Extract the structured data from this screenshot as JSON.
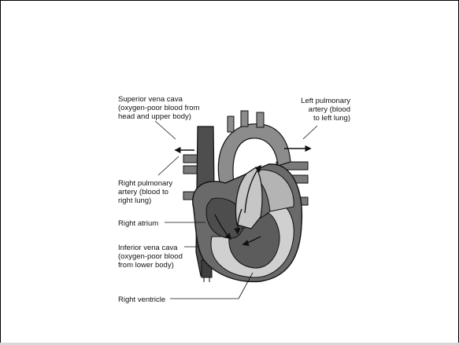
{
  "labels": {
    "superior_vena_cava": "Superior vena cava\n(oxygen-poor blood from\nhead and upper body)",
    "left_pulmonary_artery": "Left pulmonary\nartery (blood\nto left lung)",
    "right_pulmonary_artery": "Right pulmonary\nartery (blood to\nright lung)",
    "right_atrium": "Right atrium",
    "inferior_vena_cava": "Inferior vena cava\n(oxygen-poor blood\nfrom lower body)",
    "right_ventricle": "Right ventricle"
  },
  "colors": {
    "dark_tissue": "#5a5a5a",
    "mid_tissue": "#9a9a9a",
    "light_tissue": "#c8c8c8",
    "outline": "#111111",
    "background": "#ffffff"
  }
}
